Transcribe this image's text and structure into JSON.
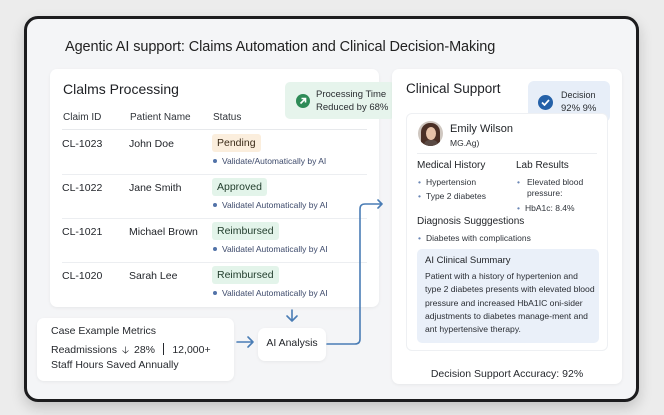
{
  "page": {
    "title": "Agentic AI support: Claims Automation and Clinical Decision-Making"
  },
  "claims": {
    "title": "Clalms Processing",
    "badge": {
      "icon": "arrow-up-right-icon",
      "line1": "Processing Time",
      "line2": "Reduced by 68%",
      "color": "#2e8b57"
    },
    "columns": [
      "Claim ID",
      "Patient Name",
      "Status"
    ],
    "rows": [
      {
        "id": "CL-1023",
        "patient": "John Doe",
        "status": "Pending",
        "note": "Validate/Automatically by AI"
      },
      {
        "id": "CL-1022",
        "patient": "Jane Smith",
        "status": "Approved",
        "note": "Validatel Automatically by AI"
      },
      {
        "id": "CL-1021",
        "patient": "Michael Brown",
        "status": "Reimbursed",
        "note": "Validatel Automatically by AI"
      },
      {
        "id": "CL-1020",
        "patient": "Sarah Lee",
        "status": "Reimbursed",
        "note": "Validatel Automatically by AI"
      }
    ]
  },
  "metrics": {
    "title": "Case Example Metrics",
    "readmissions_label": "Readmissions",
    "readmissions_arrow": "down-arrow-icon",
    "readmissions_value": "28%",
    "hours_value": "12,000+",
    "hours_label": "Staff Hours Saved Annually"
  },
  "ai_analysis": {
    "label": "AI Analysis"
  },
  "clinical": {
    "title": "Clinical Support",
    "decision_badge": {
      "icon": "check-circle-icon",
      "line1": "Decision",
      "line2": "92% 9%",
      "color": "#2561a8"
    },
    "patient": {
      "name": "Emily Wilson",
      "id": "MG.Ag)"
    },
    "medical_history": {
      "heading": "Medical History",
      "items": [
        "Hypertension",
        "Type 2 diabetes"
      ]
    },
    "lab_results": {
      "heading": "Lab Results",
      "items": [
        "Elevated blood pressure:",
        "HbA1c: 8.4%"
      ]
    },
    "diagnosis": {
      "heading": "Diagnosis Sugggestions",
      "items": [
        "Diabetes with complications"
      ]
    },
    "summary": {
      "title": "AI Clinical Summary",
      "body": "Patient with a history of hypertenion and type 2 diabetes presents with elevated blood pressure and increased HbA1IC oni-sider adjustments to diabetes manage-ment and ant hypertensive therapy."
    },
    "accuracy": "Decision Support Accuracy:  92%"
  },
  "colors": {
    "connector": "#4a7db5",
    "pending_bg": "#fbeedd",
    "approved_bg": "#e3f4ea",
    "summary_bg": "#eaf0f9"
  }
}
